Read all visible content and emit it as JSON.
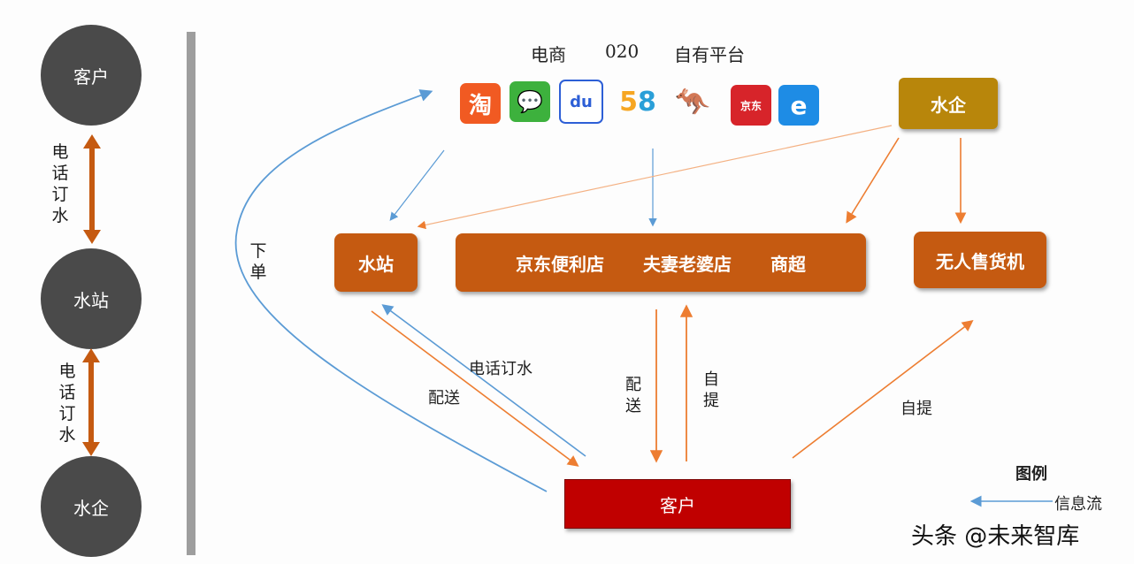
{
  "left_chain": {
    "top": "客户",
    "middle": "水站",
    "bottom": "水企",
    "link1": [
      "电",
      "话",
      "订",
      "水"
    ],
    "link2": [
      "电",
      "话",
      "订",
      "水"
    ]
  },
  "platform_header": {
    "col1": "电商",
    "col2": "020",
    "col3": "自有平台"
  },
  "platform_icons": [
    {
      "name": "taobao",
      "glyph": "淘",
      "color": "#f15a22"
    },
    {
      "name": "wechat",
      "glyph": "💬",
      "color": "#3db13d"
    },
    {
      "name": "baidu",
      "glyph": "du",
      "color": "#2d5fd6"
    },
    {
      "name": "58",
      "glyph": "58",
      "color": "#ffffff"
    },
    {
      "name": "meituan-kangaroo",
      "glyph": "🦘",
      "color": "#ffffff"
    },
    {
      "name": "jingdong",
      "glyph": "京东",
      "color": "#d7242a"
    },
    {
      "name": "eleme",
      "glyph": "e",
      "color": "#1e8ce5"
    }
  ],
  "nodes": {
    "water_company": "水企",
    "water_station": "水站",
    "stores": [
      "京东便利店",
      "夫妻老婆店",
      "商超"
    ],
    "vending": "无人售货机",
    "customer": "客户"
  },
  "edge_labels": {
    "order": [
      "下",
      "单"
    ],
    "phone_order": "电话订水",
    "deliver_left": "配送",
    "deliver_mid": [
      "配",
      "送"
    ],
    "pickup_mid": [
      "自",
      "提"
    ],
    "pickup_right": "自提"
  },
  "legend": {
    "title": "图例",
    "info_flow": "信息流"
  },
  "watermark": "头条 @未来智库",
  "colors": {
    "orange": "#c55a11",
    "gold": "#b8860b",
    "red": "#c00000",
    "info_line": "#5b9bd5",
    "flow_line": "#ed7d31"
  }
}
